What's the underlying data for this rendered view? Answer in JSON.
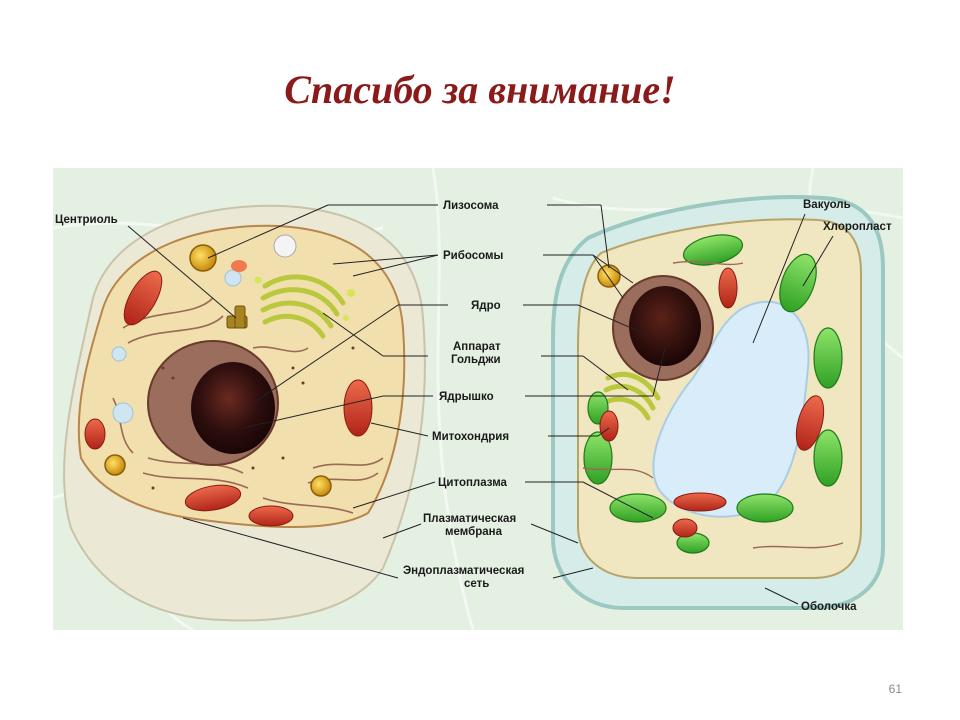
{
  "slide": {
    "title": "Спасибо за внимание!",
    "page_number": "61"
  },
  "diagram": {
    "labels": {
      "centriole": "Центриоль",
      "lysosome": "Лизосома",
      "ribosomes": "Рибосомы",
      "nucleus": "Ядро",
      "golgi_line1": "Аппарат",
      "golgi_line2": "Гольджи",
      "nucleolus": "Ядрышко",
      "mitochondria": "Митохондрия",
      "cytoplasm": "Цитоплазма",
      "membrane_line1": "Плазматическая",
      "membrane_line2": "мембрана",
      "er_line1": "Эндоплазматическая",
      "er_line2": "сеть",
      "vacuole": "Вакуоль",
      "chloroplast": "Хлоропласт",
      "cell_wall": "Оболочка"
    },
    "colors": {
      "title": "#8b1a1a",
      "background_tint": "#dfeedd",
      "animal_cytoplasm": "#f1dfae",
      "animal_membrane": "#e9e6d6",
      "nucleus": "#3a1414",
      "mitochondria": "#d23a28",
      "chloroplast": "#56c43c",
      "vacuole": "#d8ecfa",
      "plant_wall": "#cfe8e4",
      "golgi": "#c8d84a",
      "lysosome": "#e0a81a"
    }
  }
}
